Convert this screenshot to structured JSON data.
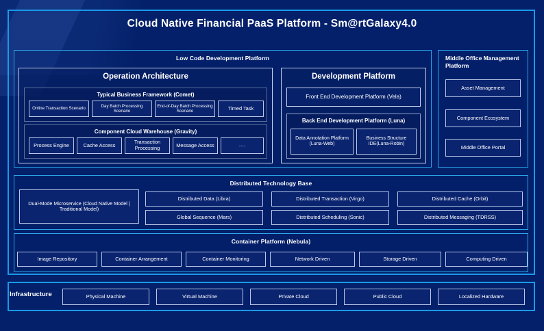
{
  "header": {
    "title": "Cloud Native Financial PaaS Platform - Sm@rtGalaxy4.0"
  },
  "colors": {
    "background": "#04206a",
    "frame_border": "#1b9ae8",
    "section_border": "#2aa7ea",
    "panel_border": "#c8d4ee",
    "group_border": "#5a6f99",
    "chip_border": "#b9c8e8",
    "chip_fill": "#0a2470",
    "text": "#ffffff"
  },
  "low_code": {
    "title": "Low Code Development Platform",
    "operation_architecture": {
      "title": "Operation Architecture",
      "business_framework": {
        "title": "Typical Business Framework (Comet)",
        "items": [
          "Online Transaction Scenario",
          "Day Batch Processing Scenario",
          "End-of-Day Batch Processing Scenario",
          "Timed Task"
        ]
      },
      "component_warehouse": {
        "title": "Component Cloud Warehouse (Gravity)",
        "items": [
          "Process Engine",
          "Cache Access",
          "Transaction Processing",
          "Message Access",
          "......"
        ]
      }
    },
    "development_platform": {
      "title": "Development Platform",
      "front_end": "Front End Development Platform (Vela)",
      "back_end": {
        "title": "Back End Development Platform (Luna)",
        "items": [
          "Data Annotation Platform (Luna-Web)",
          "Business Structure IDE(Luna-Robin)"
        ]
      }
    }
  },
  "middle_office": {
    "title": "Middle Office Management Platform",
    "items": [
      "Asset Management",
      "Component Ecosystem",
      "Middle Office Portal"
    ]
  },
  "distributed_base": {
    "title": "Distributed Technology Base",
    "dual_mode": "Dual-Mode Microservice (Cloud Native Model | Traditional Model)",
    "items": [
      "Distributed Data (Libra)",
      "Global Sequence (Mars)",
      "Distributed Transaction (Virgo)",
      "Distributed Scheduling (Sonic)",
      "Distributed Cache (Orbit)",
      "Distributed Messaging (TDRSS)"
    ]
  },
  "container_platform": {
    "title": "Container Platform (Nebula)",
    "items": [
      "Image Repository",
      "Container Arrangement",
      "Container Monitoring",
      "Network Driven",
      "Storage Driven",
      "Computing Driven"
    ]
  },
  "infrastructure": {
    "label": "Infrastructure",
    "items": [
      "Physical Machine",
      "Virtual Machine",
      "Private Cloud",
      "Public Cloud",
      "Localized Hardware"
    ]
  }
}
